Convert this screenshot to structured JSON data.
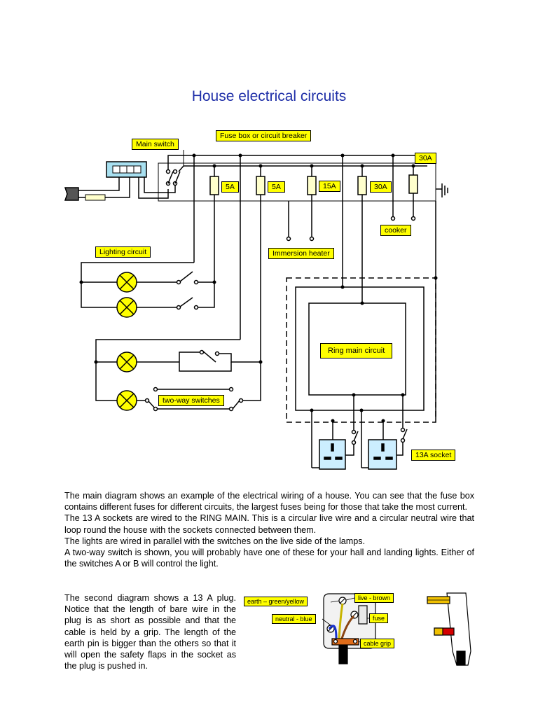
{
  "title": "House electrical circuits",
  "labels": {
    "main_switch": "Main switch",
    "fuse_box": "Fuse box or circuit breaker",
    "lighting_circuit": "Lighting circuit",
    "immersion_heater": "Immersion heater",
    "cooker": "cooker",
    "ring_main": "Ring main circuit",
    "two_way": "two-way switches",
    "socket_13a": "13A socket",
    "fuse_5a_1": "5A",
    "fuse_5a_2": "5A",
    "fuse_15a": "15A",
    "fuse_30a": "30A",
    "fuse_30a_top": "30A"
  },
  "plug_labels": {
    "earth": "earth – green/yellow",
    "live": "live - brown",
    "neutral": "neutral - blue",
    "fuse": "fuse",
    "cable_grip": "cable grip"
  },
  "paragraph1": [
    "The main diagram shows an example of the electrical wiring of a house. You can see that the fuse box contains different fuses for different circuits, the largest fuses being for those that take the most current.",
    "The 13 A sockets are wired to the RING MAIN. This is a circular live wire and a circular neutral wire that loop round the house with the sockets connected between them.",
    "The lights are wired in parallel with the switches on the live side of the lamps.",
    "A two-way switch is shown, you will probably have one of these for your hall and landing lights. Either of the switches A or B will control the light."
  ],
  "paragraph2": "The second diagram shows a 13 A plug. Notice that the length of bare wire in the plug is as short as possible and that the cable is held by a grip. The length of the earth pin is bigger than the others so that it will open the safety flaps in the socket as the plug is pushed in.",
  "colors": {
    "title": "#1f2fa8",
    "label_bg": "#ffff00",
    "fuse_fill": "#ffffcc",
    "lamp_fill": "#ffff00",
    "socket_fill": "#cceeff",
    "meter_fill": "#a8e0f0"
  }
}
